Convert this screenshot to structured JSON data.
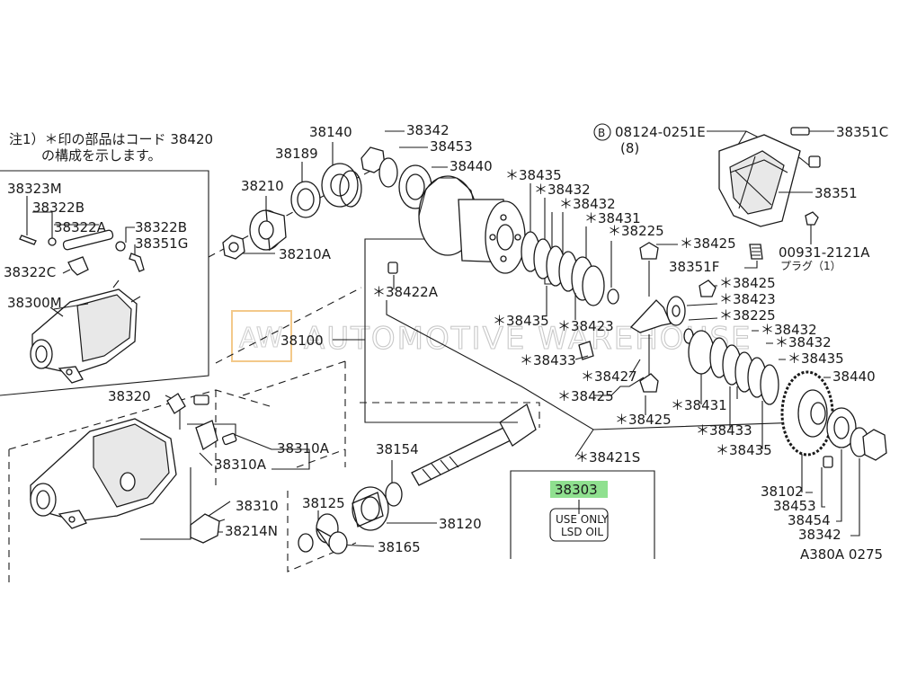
{
  "note": {
    "line1": "注1）＊印の部品はコード 38420",
    "line2": "の構成を示します。"
  },
  "watermark": {
    "badge": "AW",
    "text": "AUTOMOTIVE WAREHOUSE"
  },
  "bolt_callout": {
    "circle_letter": "B",
    "part": "08124-0251E",
    "qty": "(8)"
  },
  "plug_callout": {
    "part": "00931-2121A",
    "note": "プラグ（1）"
  },
  "oil_label": {
    "line1": "USE ONLY",
    "line2": "LSD OIL"
  },
  "highlight_color": "#8fe08f",
  "diagram_code": "A380A 0275",
  "labels": {
    "p38323M": "38323M",
    "p38322B_a": "38322B",
    "p38322A": "38322A",
    "p38322B_b": "38322B",
    "p38351G": "38351G",
    "p38322C": "38322C",
    "p38300M": "38300M",
    "p38140": "38140",
    "p38189": "38189",
    "p38210": "38210",
    "p38210A": "38210A",
    "p38342_top": "38342",
    "p38453_top": "38453",
    "p38440_top": "38440",
    "p38435_a": "＊38435",
    "p38432_a": "＊38432",
    "p38432_b": "＊38432",
    "p38431_a": "＊38431",
    "p38225_a": "＊38225",
    "p38425_a": "＊38425",
    "p38351C": "38351C",
    "p38351": "38351",
    "p38351F": "38351F",
    "p38422A": "＊38422A",
    "p38435_b": "＊38435",
    "p38423_a": "＊38423",
    "p38425_b": "＊38425",
    "p38423_b": "＊38423",
    "p38225_b": "＊38225",
    "p38432_c": "＊38432",
    "p38432_d": "＊38432",
    "p38435_c": "＊38435",
    "p38440_r": "38440",
    "p38100": "38100",
    "p38433_a": "＊38433",
    "p38427": "＊38427",
    "p38425_c": "＊38425",
    "p38425_d": "＊38425",
    "p38431_b": "＊38431",
    "p38433_b": "＊38433",
    "p38435_d": "＊38435",
    "p38320": "38320",
    "p38310A_a": "38310A",
    "p38310A_b": "38310A",
    "p38310": "38310",
    "p38214N": "38214N",
    "p38154": "38154",
    "p38421S": "＊38421S",
    "p38125": "38125",
    "p38120": "38120",
    "p38165": "38165",
    "p38303": "38303",
    "p38102": "38102",
    "p38453_r": "38453",
    "p38454": "38454",
    "p38342_r": "38342"
  }
}
